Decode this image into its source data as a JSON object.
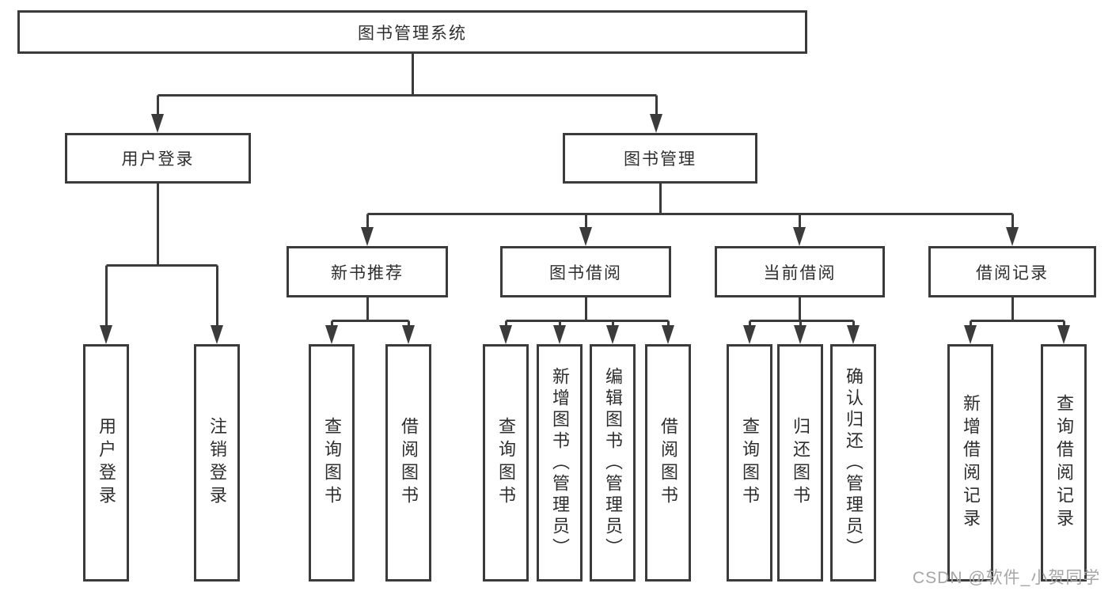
{
  "diagram": {
    "root": "图书管理系统",
    "branches": [
      {
        "label": "用户登录",
        "children": [
          {
            "label": "用户登录"
          },
          {
            "label": "注销登录"
          }
        ]
      },
      {
        "label": "图书管理",
        "children": [
          {
            "label": "新书推荐",
            "children": [
              {
                "label": "查询图书"
              },
              {
                "label": "借阅图书"
              }
            ]
          },
          {
            "label": "图书借阅",
            "children": [
              {
                "label": "查询图书"
              },
              {
                "label": "新增图书（管理员）"
              },
              {
                "label": "编辑图书（管理员）"
              },
              {
                "label": "借阅图书"
              }
            ]
          },
          {
            "label": "当前借阅",
            "children": [
              {
                "label": "查询图书"
              },
              {
                "label": "归还图书"
              },
              {
                "label": "确认归还（管理员）"
              }
            ]
          },
          {
            "label": "借阅记录",
            "children": [
              {
                "label": "新增借阅记录"
              },
              {
                "label": "查询借阅记录"
              }
            ]
          }
        ]
      }
    ]
  },
  "watermark": "CSDN @软件_小贺同学",
  "colors": {
    "line": "#3b3b3b",
    "text": "#2e2e2e",
    "watermark": "#a6a6a6"
  }
}
